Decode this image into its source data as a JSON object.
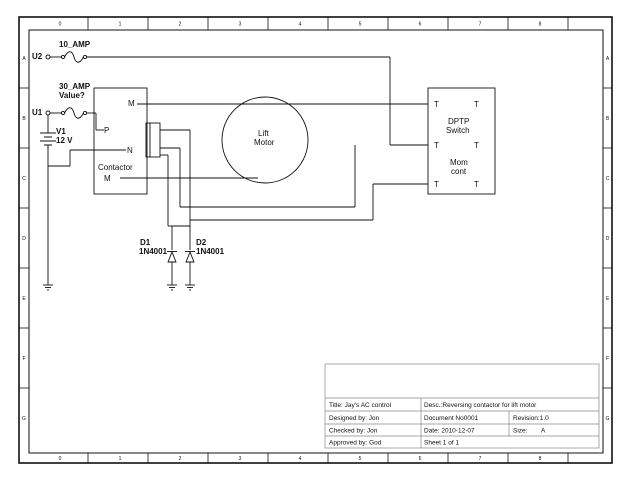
{
  "ruler": {
    "columns": [
      "0",
      "1",
      "2",
      "3",
      "4",
      "5",
      "6",
      "7",
      "8"
    ],
    "rows": [
      "A",
      "B",
      "C",
      "D",
      "E",
      "F",
      "G"
    ]
  },
  "components": {
    "u2": "U2",
    "fuse1": "10_AMP",
    "fuse2_line1": "30_AMP",
    "fuse2_line2": "Value?",
    "u1": "U1",
    "v1_name": "V1",
    "v1_value": "12 V",
    "contactor": "Contactor",
    "pin_m_top": "M",
    "pin_p": "P",
    "pin_n": "N",
    "pin_m_bottom": "M",
    "motor_line1": "Lift",
    "motor_line2": "Motor",
    "switch_line1": "DPTP",
    "switch_line2": "Switch",
    "switch_line3": "Mom",
    "switch_line4": "cont",
    "terminal": "T",
    "d1_name": "D1",
    "d1_part": "1N4001",
    "d2_name": "D2",
    "d2_part": "1N4001"
  },
  "title_block": {
    "title": "Title:  Jay's AC control",
    "desc": "Desc.:Reversing contactor for lift motor",
    "designed": "Designed by:  Jon",
    "document": "Document No0001",
    "revision": "Revision:1.0",
    "checked": "Checked by:  Jon",
    "date": "Date:  2010-12-07",
    "size_label": "Size:",
    "size_value": "A",
    "approved": "Approved by:  God",
    "sheet": "Sheet  1   of  1"
  }
}
